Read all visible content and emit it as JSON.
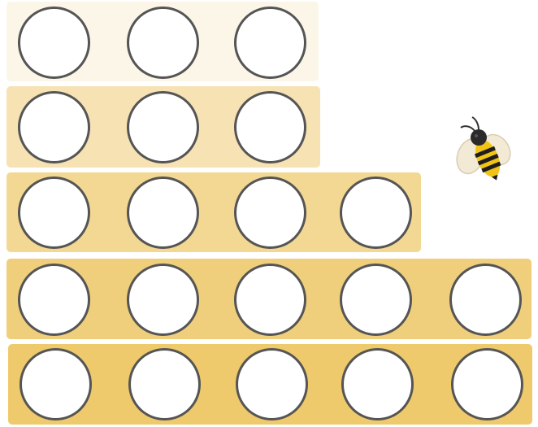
{
  "rows": [
    {
      "slots": 3,
      "color": "#fcf6e8"
    },
    {
      "slots": 3,
      "color": "#f6e2b3"
    },
    {
      "slots": 4,
      "color": "#f3d894"
    },
    {
      "slots": 5,
      "color": "#f0cf7c"
    },
    {
      "slots": 5,
      "color": "#efca6c"
    }
  ],
  "slot_fill": "#ffffff",
  "slot_border": "#555555",
  "decoration": {
    "icon": "bee-icon"
  }
}
